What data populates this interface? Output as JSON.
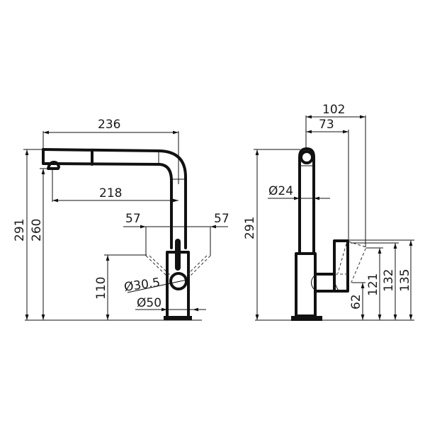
{
  "title": "Pull-out kitchen faucet dimensional drawing",
  "units": "mm",
  "colors": {
    "line": "#111111",
    "background": "#ffffff"
  },
  "front_view": {
    "dimensions": {
      "spout_reach_total": "236",
      "spout_reach_outlet": "218",
      "overall_height": "291",
      "outlet_height": "260",
      "lever_swing_left": "57",
      "lever_swing_right": "57",
      "lever_pivot_height": "110",
      "lever_diameter": "Ø30.5",
      "base_diameter": "Ø50"
    }
  },
  "side_view": {
    "dimensions": {
      "total_depth": "102",
      "handle_depth": "73",
      "spout_tube_diameter": "Ø24",
      "overall_height": "291",
      "lever_low": "62",
      "lever_mid": "121",
      "lever_high": "132",
      "lever_top": "135"
    }
  }
}
